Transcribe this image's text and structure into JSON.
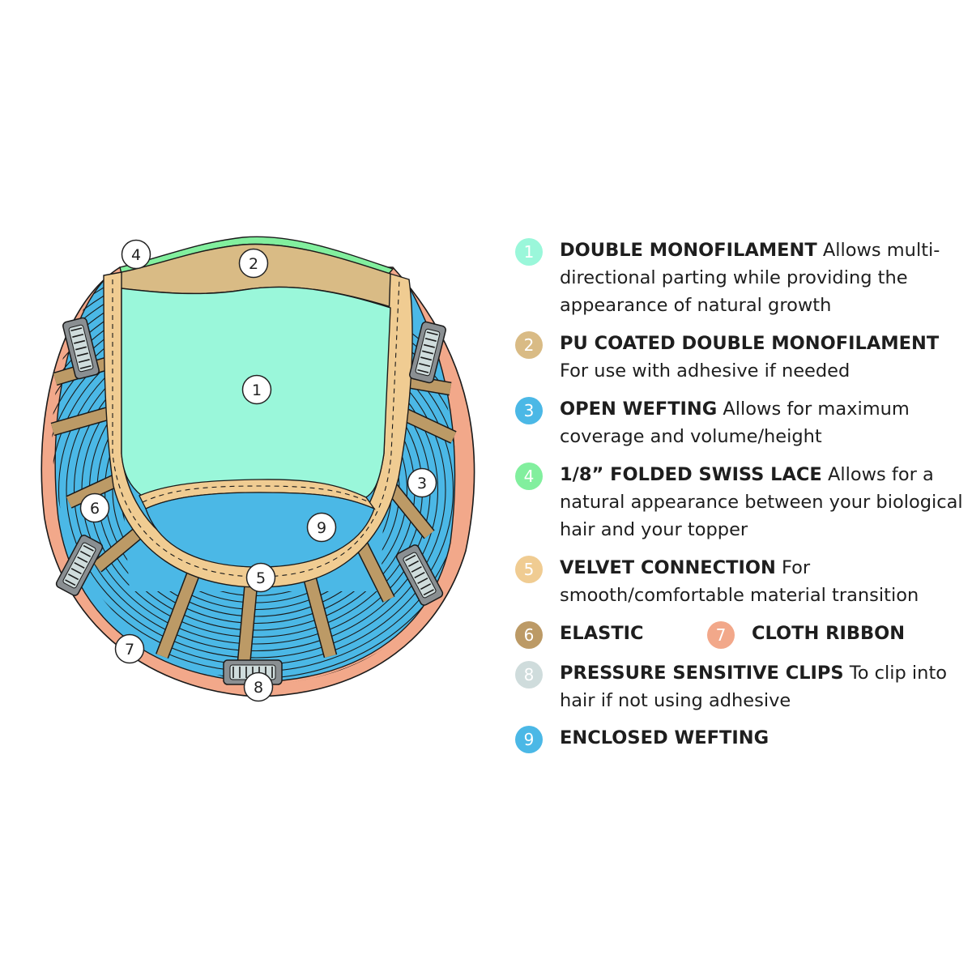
{
  "colors": {
    "double_mono": "#9af7da",
    "pu_coated": "#d9bb85",
    "open_wefting": "#4bb8e6",
    "swiss_lace": "#82ef9e",
    "velvet": "#f0cc92",
    "elastic": "#bc9a66",
    "cloth_ribbon": "#f2a88a",
    "clips": "#cfdcdc",
    "enclosed_wefting": "#4bb8e6",
    "outline": "#1a1a1a"
  },
  "diagram": {
    "markers": [
      "1",
      "2",
      "3",
      "4",
      "5",
      "6",
      "7",
      "8",
      "9"
    ]
  },
  "legend": [
    {
      "num": "1",
      "title": "DOUBLE MONOFILAMENT",
      "desc": "Allows multi-directional parting while providing the appearance of natural growth"
    },
    {
      "num": "2",
      "title": "PU COATED DOUBLE MONOFILAMENT",
      "desc": "For use with adhesive if needed"
    },
    {
      "num": "3",
      "title": "OPEN WEFTING",
      "desc": "Allows for maximum coverage and volume/height"
    },
    {
      "num": "4",
      "title": "1/8” FOLDED SWISS LACE",
      "desc": "Allows for a natural appearance between your biological hair and your topper"
    },
    {
      "num": "5",
      "title": "VELVET CONNECTION",
      "desc": "For smooth/comfortable material transition"
    },
    {
      "num": "6",
      "title": "ELASTIC",
      "desc": ""
    },
    {
      "num": "7",
      "title": "CLOTH RIBBON",
      "desc": ""
    },
    {
      "num": "8",
      "title": "PRESSURE SENSITIVE CLIPS",
      "desc": "To clip into hair if not using adhesive"
    },
    {
      "num": "9",
      "title": "ENCLOSED WEFTING",
      "desc": ""
    }
  ]
}
